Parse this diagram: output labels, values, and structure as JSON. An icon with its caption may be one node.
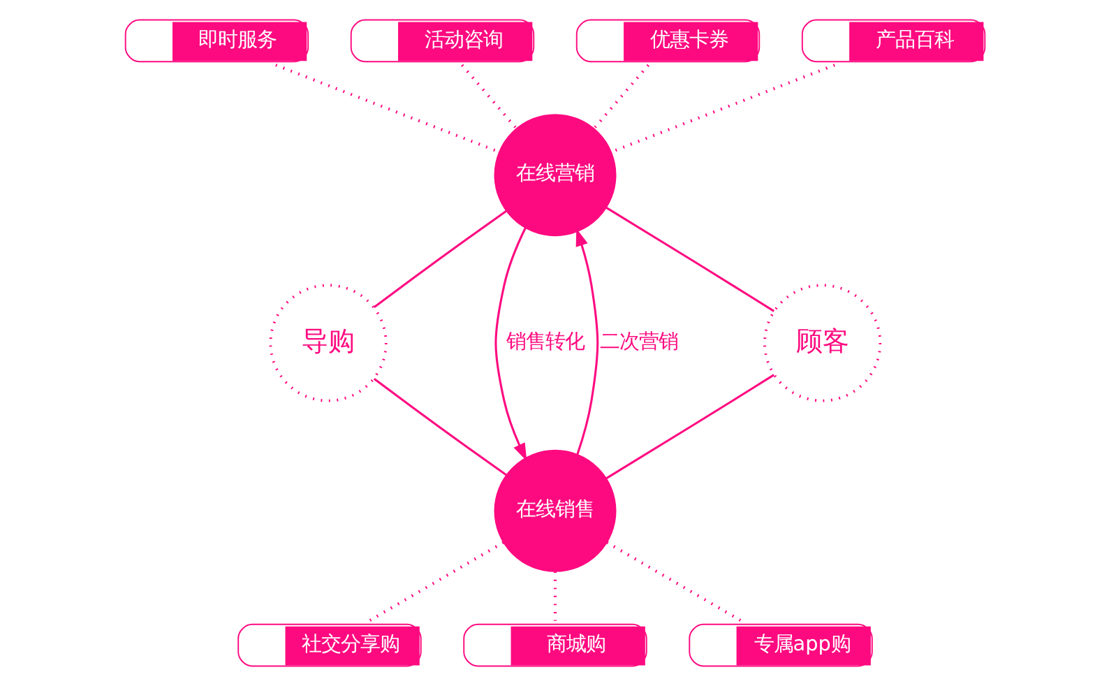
{
  "diagram": {
    "nodes": [
      {
        "text": [
          "即时服务"
        ]
      },
      {
        "text": [
          "活动咨询"
        ]
      },
      {
        "text": [
          "优惠卡券"
        ]
      },
      {
        "text": [
          "产品百科"
        ]
      },
      {
        "text": [
          "在线营销"
        ]
      },
      {
        "text": [
          "导购"
        ]
      },
      {
        "text": [
          "顾客"
        ]
      },
      {
        "text": [
          "在线销售"
        ]
      },
      {
        "text": [
          "社交分享购"
        ]
      },
      {
        "text": [
          "商城购"
        ]
      },
      {
        "text": [
          "专属app购"
        ]
      }
    ],
    "edges": [
      {
        "from": 0,
        "to": 4,
        "arrow": "none",
        "style": "dashed"
      },
      {
        "from": 1,
        "to": 4,
        "arrow": "none",
        "style": "dashed"
      },
      {
        "from": 2,
        "to": 4,
        "arrow": "none",
        "style": "dashed"
      },
      {
        "from": 3,
        "to": 4,
        "arrow": "none",
        "style": "dashed"
      },
      {
        "from": 4,
        "to": 5,
        "arrow": "none"
      },
      {
        "from": 4,
        "to": 7,
        "arrow": "to",
        "label": "销售转化"
      },
      {
        "from": 7,
        "to": 4,
        "arrow": "to",
        "label": "二次营销"
      },
      {
        "from": 4,
        "to": 6,
        "arrow": "none"
      },
      {
        "from": 5,
        "to": 7,
        "arrow": "none"
      },
      {
        "from": 6,
        "to": 7,
        "arrow": "none"
      },
      {
        "from": 7,
        "to": 8,
        "arrow": "none",
        "style": "dashed"
      },
      {
        "from": 7,
        "to": 9,
        "arrow": "none",
        "style": "dashed"
      },
      {
        "from": 7,
        "to": 10,
        "arrow": "none",
        "style": "dashed"
      }
    ]
  }
}
